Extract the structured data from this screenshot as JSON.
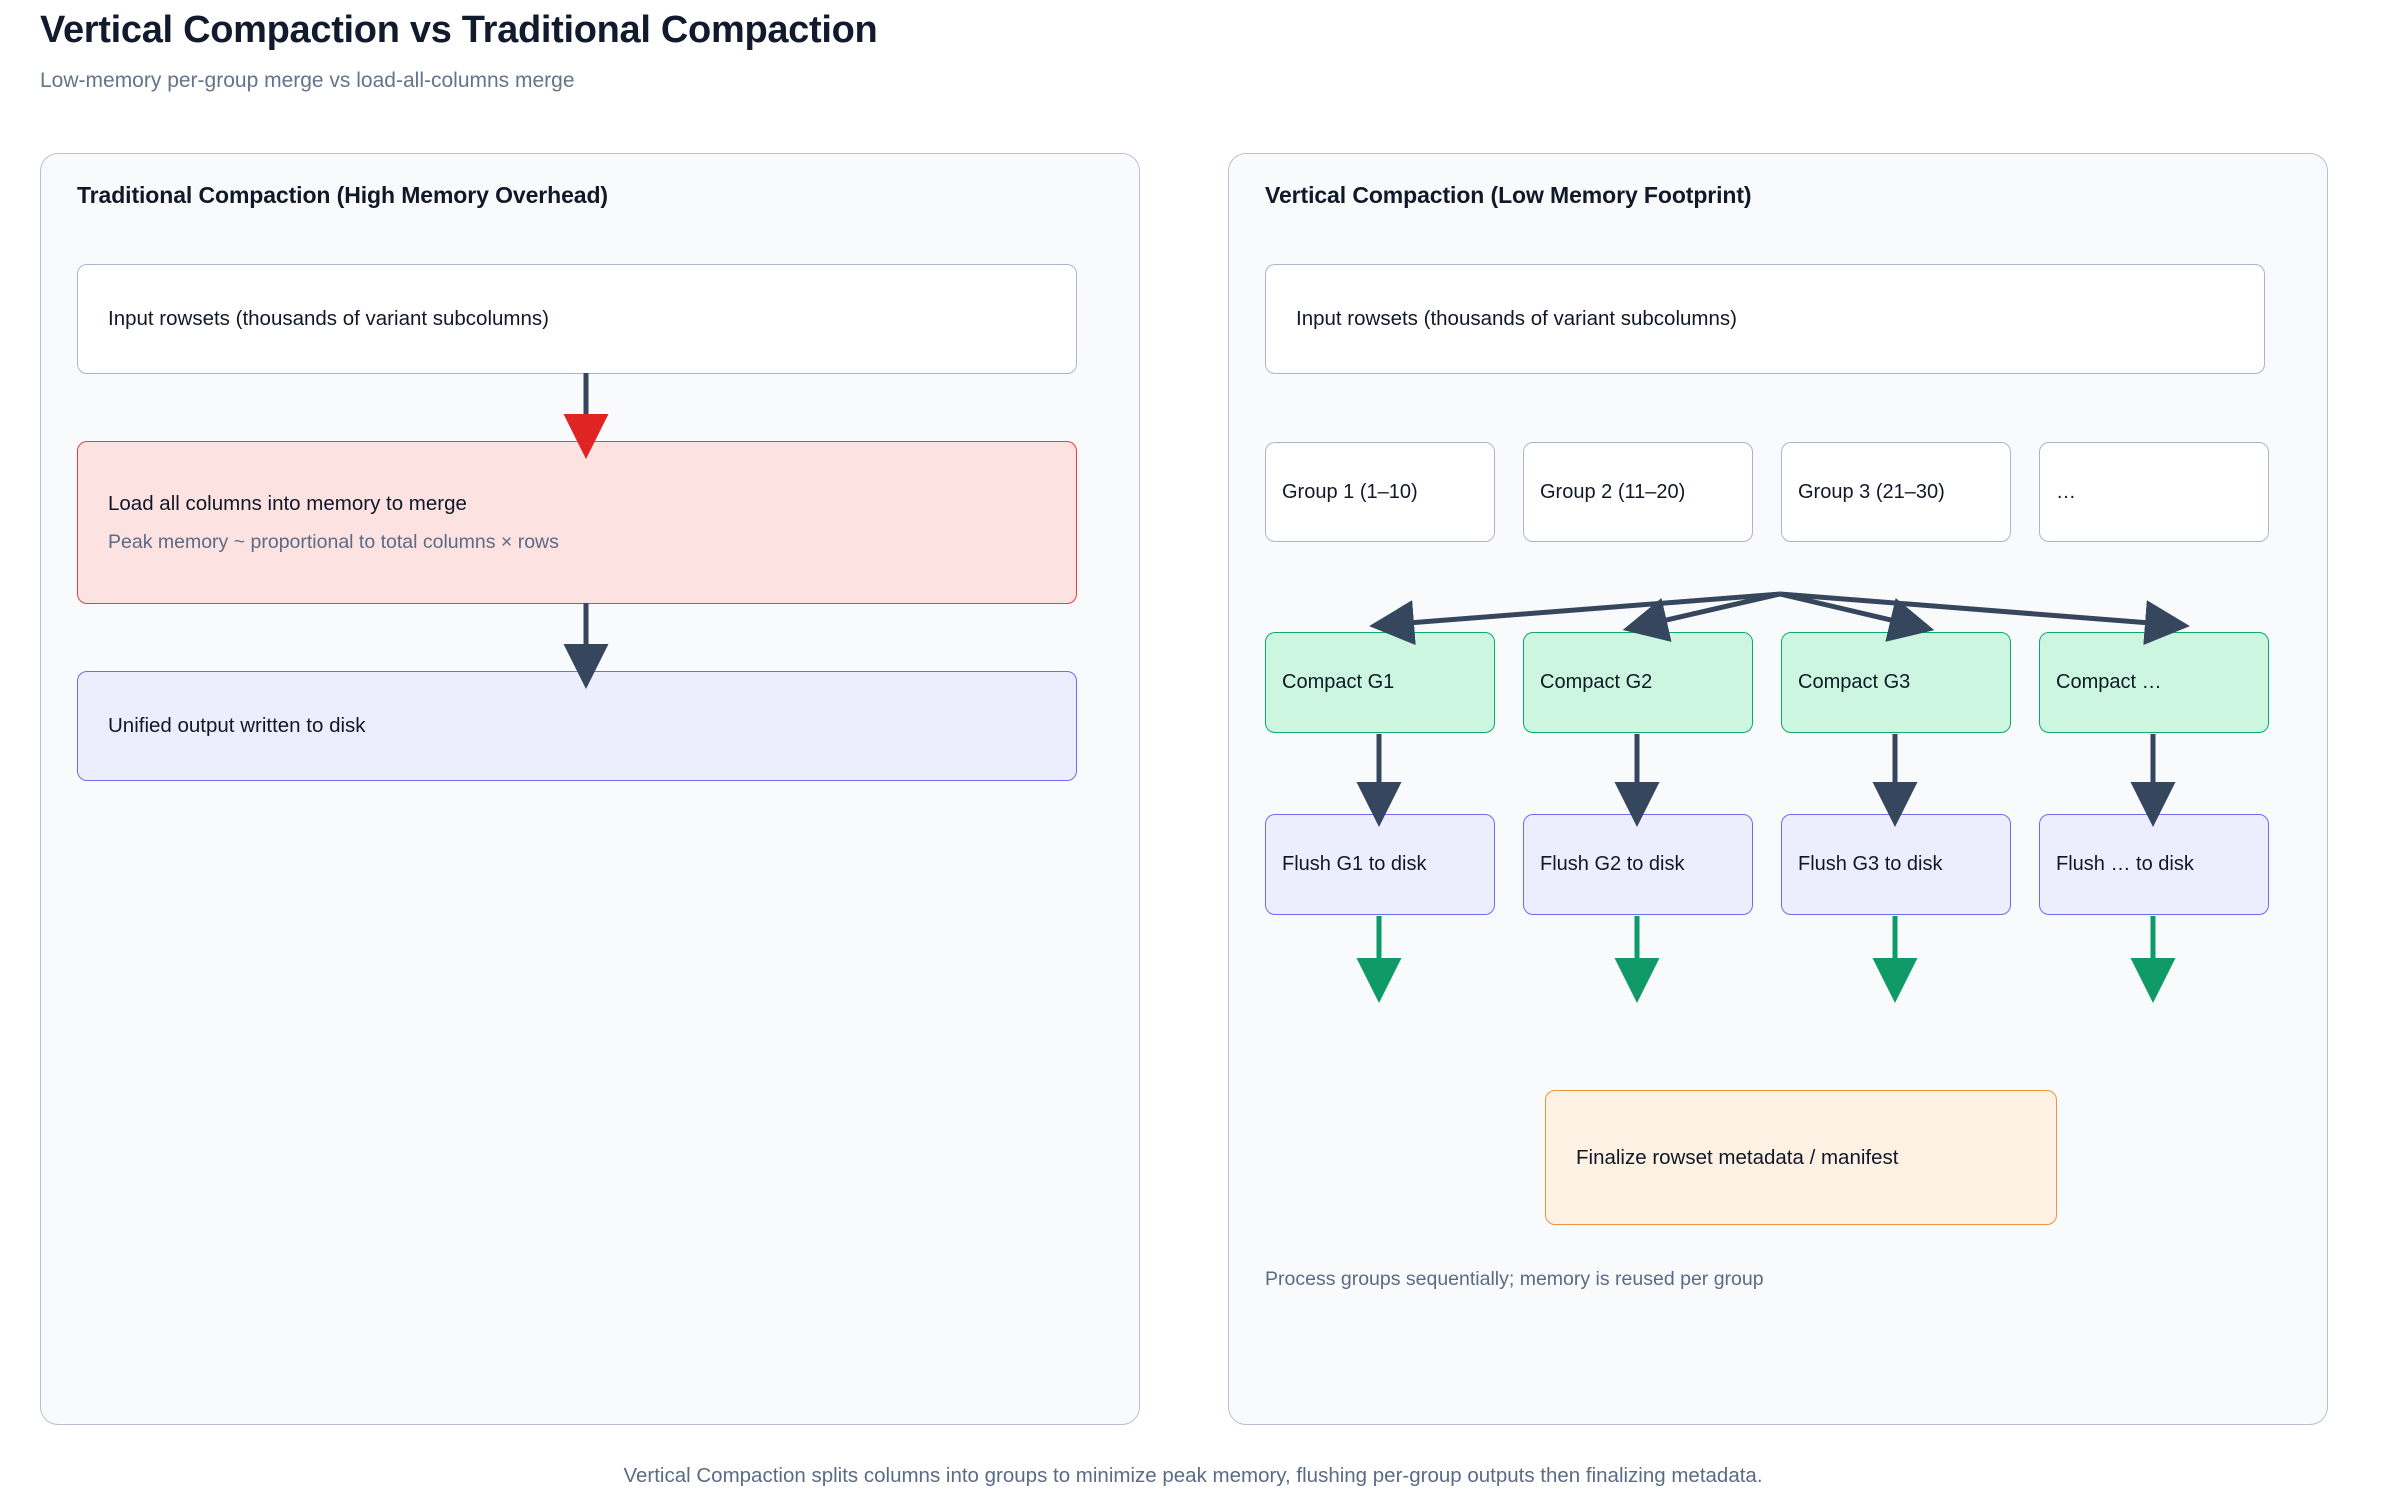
{
  "header": {
    "title": "Vertical Compaction vs Traditional Compaction",
    "subtitle": "Low-memory per-group merge vs load-all-columns merge"
  },
  "left_panel": {
    "title": "Traditional Compaction (High Memory Overhead)",
    "nodes": {
      "input": {
        "label": "Input rowsets (thousands of variant subcolumns)"
      },
      "load": {
        "label": "Load all columns into memory to merge",
        "sublabel": "Peak memory ~ proportional to total columns × rows"
      },
      "output": {
        "label": "Unified output written to disk"
      }
    }
  },
  "right_panel": {
    "title": "Vertical Compaction (Low Memory Footprint)",
    "nodes": {
      "input": {
        "label": "Input rowsets (thousands of variant subcolumns)"
      },
      "finalize": {
        "label": "Finalize rowset metadata / manifest"
      }
    },
    "groups": [
      {
        "label": "Group 1 (1–10)"
      },
      {
        "label": "Group 2 (11–20)"
      },
      {
        "label": "Group 3 (21–30)"
      },
      {
        "label": "…"
      }
    ],
    "compact_steps": [
      {
        "label": "Compact G1"
      },
      {
        "label": "Compact G2"
      },
      {
        "label": "Compact G3"
      },
      {
        "label": "Compact …"
      }
    ],
    "flush_steps": [
      {
        "label": "Flush G1 to disk"
      },
      {
        "label": "Flush G2 to disk"
      },
      {
        "label": "Flush G3 to disk"
      },
      {
        "label": "Flush … to disk"
      }
    ],
    "note": "Process groups sequentially; memory is reused per group"
  },
  "caption": "Vertical Compaction splits columns into groups to minimize peak memory, flushing per-group outputs then finalizing metadata.",
  "colors": {
    "page_background": "#ffffff",
    "panel_background": "#f8fafc",
    "panel_border": "#b6c0d4",
    "title_text": "#121a2e",
    "muted_text": "#64748b",
    "danger_fill": "#fde2e2",
    "danger_border": "#e8413c",
    "danger_arrow": "#e02424",
    "indigo_fill": "#eceefe",
    "indigo_border": "#6d6df0",
    "green_fill": "#ccf6e0",
    "green_border": "#0bab6d",
    "green_arrow": "#109a68",
    "orange_fill": "#fdf1e3",
    "orange_border": "#ef9241",
    "arrow_default": "#36465c"
  }
}
